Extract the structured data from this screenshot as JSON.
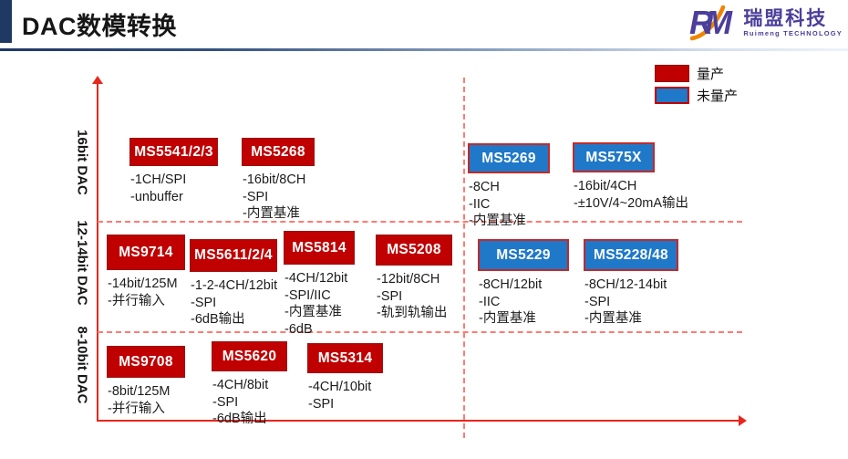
{
  "header": {
    "title": "DAC数模转换"
  },
  "logo": {
    "mark": "RM",
    "name_cn": "瑞盟科技",
    "name_en": "Ruimeng TECHNOLOGY"
  },
  "legend": {
    "items": [
      {
        "label": "量产",
        "color": "#c00000"
      },
      {
        "label": "未量产",
        "color": "#1f78c8"
      }
    ]
  },
  "colors": {
    "mass_production_red": "#c00000",
    "pre_production_blue": "#1f78c8",
    "axis_red": "#e8261d",
    "header_navy": "#1f3864",
    "logo_purple": "#4b3f9b",
    "logo_orange": "#f08300"
  },
  "chart": {
    "y_axis_categories": [
      "16bit DAC",
      "12-14bit DAC",
      "8-10bit DAC"
    ],
    "rows": [
      {
        "label": "16bit DAC",
        "products": [
          {
            "name": "MS5541/2/3",
            "status": "量产",
            "specs": [
              "-1CH/SPI",
              "-unbuffer"
            ]
          },
          {
            "name": "MS5268",
            "status": "量产",
            "specs": [
              "-16bit/8CH",
              "-SPI",
              "-内置基准"
            ]
          },
          {
            "name": "MS5269",
            "status": "未量产",
            "specs": [
              "-8CH",
              "-IIC",
              "-内置基准"
            ]
          },
          {
            "name": "MS575X",
            "status": "未量产",
            "specs": [
              "-16bit/4CH",
              "-±10V/4~20mA输出"
            ]
          }
        ]
      },
      {
        "label": "12-14bit DAC",
        "products": [
          {
            "name": "MS9714",
            "status": "量产",
            "specs": [
              "-14bit/125M",
              "-并行输入"
            ]
          },
          {
            "name": "MS5611/2/4",
            "status": "量产",
            "specs": [
              "-1-2-4CH/12bit",
              "-SPI",
              "-6dB输出"
            ]
          },
          {
            "name": "MS5814",
            "status": "量产",
            "specs": [
              "-4CH/12bit",
              "-SPI/IIC",
              "-内置基准",
              "-6dB"
            ]
          },
          {
            "name": "MS5208",
            "status": "量产",
            "specs": [
              "-12bit/8CH",
              "-SPI",
              "-轨到轨输出"
            ]
          },
          {
            "name": "MS5229",
            "status": "未量产",
            "specs": [
              "-8CH/12bit",
              "-IIC",
              "-内置基准"
            ]
          },
          {
            "name": "MS5228/48",
            "status": "未量产",
            "specs": [
              "-8CH/12-14bit",
              "-SPI",
              "-内置基准"
            ]
          }
        ]
      },
      {
        "label": "8-10bit DAC",
        "products": [
          {
            "name": "MS9708",
            "status": "量产",
            "specs": [
              "-8bit/125M",
              "-并行输入"
            ]
          },
          {
            "name": "MS5620",
            "status": "量产",
            "specs": [
              "-4CH/8bit",
              "-SPI",
              "-6dB输出"
            ]
          },
          {
            "name": "MS5314",
            "status": "量产",
            "specs": [
              "-4CH/10bit",
              "-SPI"
            ]
          }
        ]
      }
    ]
  }
}
